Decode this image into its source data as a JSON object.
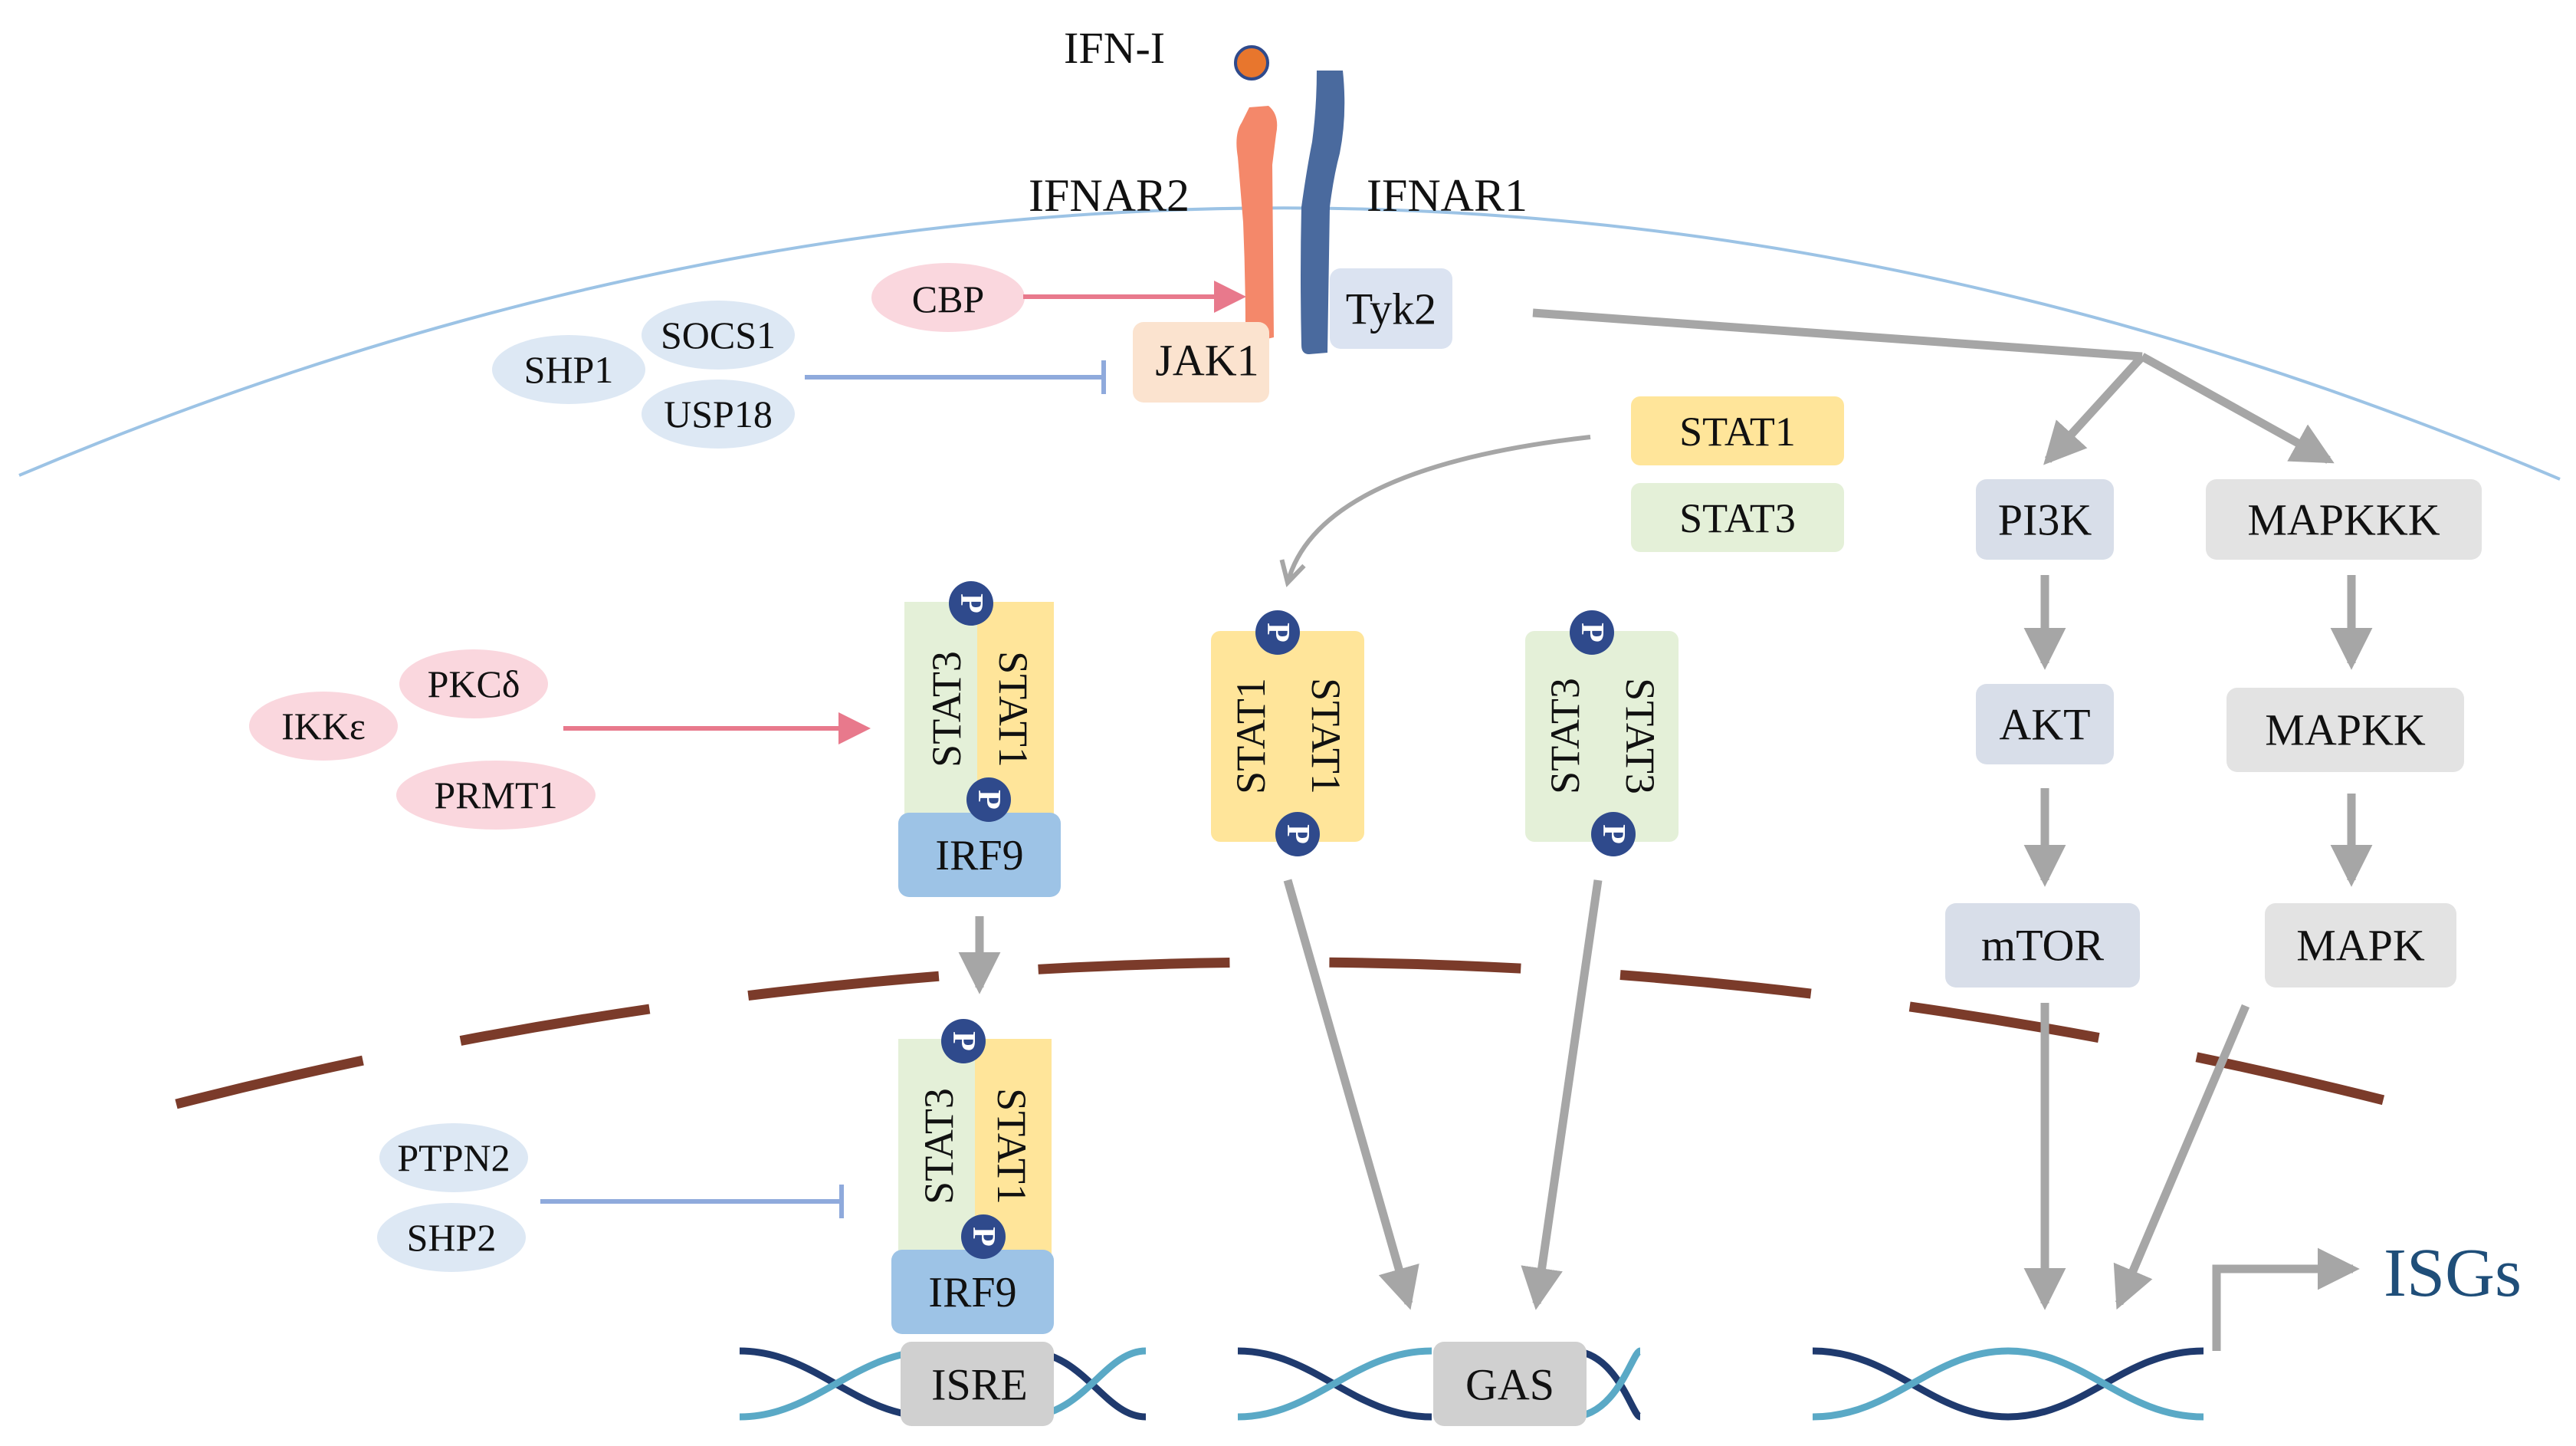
{
  "ligand": {
    "label": "IFN-I"
  },
  "receptors": {
    "ifnar2": "IFNAR2",
    "ifnar1": "IFNAR1"
  },
  "kinases": {
    "jak1": "JAK1",
    "tyk2": "Tyk2"
  },
  "regulators": {
    "cbp": "CBP",
    "socs1": "SOCS1",
    "shp1": "SHP1",
    "usp18": "USP18",
    "pkcd": "PKCδ",
    "ikke": "IKKε",
    "prmt1": "PRMT1",
    "ptpn2": "PTPN2",
    "shp2": "SHP2"
  },
  "stats": {
    "stat1": "STAT1",
    "stat3": "STAT3",
    "irf9": "IRF9",
    "phospho": "P"
  },
  "pathways": {
    "pi3k": "PI3K",
    "akt": "AKT",
    "mtor": "mTOR",
    "mapkkk": "MAPKKK",
    "mapkk": "MAPKK",
    "mapk": "MAPK"
  },
  "dna_elements": {
    "isre": "ISRE",
    "gas": "GAS"
  },
  "output": {
    "isgs": "ISGs"
  },
  "colors": {
    "ifnar2": "#F4886A",
    "ifnar1": "#4A6A9E",
    "ligand": "#E8762D",
    "stat1": "#FFE59A",
    "stat3": "#E4F0D8",
    "irf9": "#9DC3E6",
    "phospho": "#2F4A8C",
    "pink_oval": "#FAD7DE",
    "blue_oval": "#DDE8F4",
    "jak1": "#FBE3CF",
    "tyk2": "#DBE3F1",
    "gray_box": "#E3E3E3",
    "blue_gray_box": "#D8DEE9",
    "arrow_gray": "#A6A6A6",
    "arrow_pink": "#E8798C",
    "arrow_blue": "#8FAADC",
    "membrane": "#9CC3E5",
    "nucleus": "#7B3B2A",
    "dna_dark": "#1F3A6E",
    "dna_light": "#5AA9C6",
    "isgs_text": "#1F4E79"
  }
}
